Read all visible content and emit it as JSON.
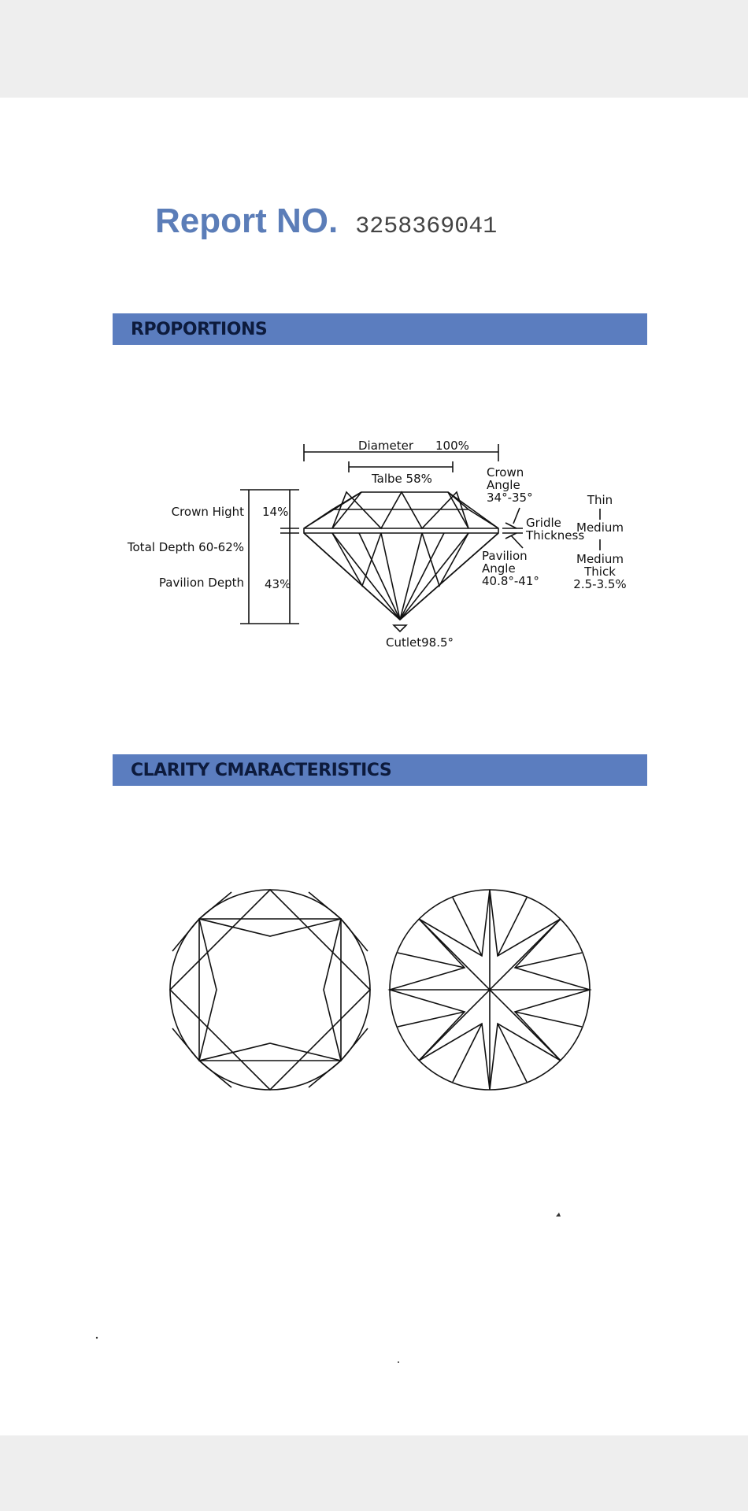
{
  "report": {
    "label": "Report NO.",
    "number": "3258369041"
  },
  "sections": {
    "proportions": "RPOPORTIONS",
    "clarity": "CLARITY CMARACTERISTICS"
  },
  "proportions": {
    "diameter_label": "Diameter",
    "diameter_value": "100%",
    "table": "Talbe 58%",
    "crown_angle_line1": "Crown",
    "crown_angle_line2": "Angle",
    "crown_angle_value": "34°-35°",
    "girdle_line1": "Gridle",
    "girdle_line2": "Thickness",
    "pavilion_angle_line1": "Pavilion",
    "pavilion_angle_line2": "Angle",
    "pavilion_angle_value": "40.8°-41°",
    "crown_height_label": "Crown Hight",
    "crown_height_value": "14%",
    "total_depth": "Total Depth 60-62%",
    "pavilion_depth_label": "Pavilion Depth",
    "pavilion_depth_value": "43%",
    "culet": "Cutlet98.5°",
    "girdle_scale": {
      "thin": "Thin",
      "medium": "Medium",
      "medium_thick_line1": "Medium",
      "medium_thick_line2": "Thick",
      "range": "2.5-3.5%"
    }
  }
}
